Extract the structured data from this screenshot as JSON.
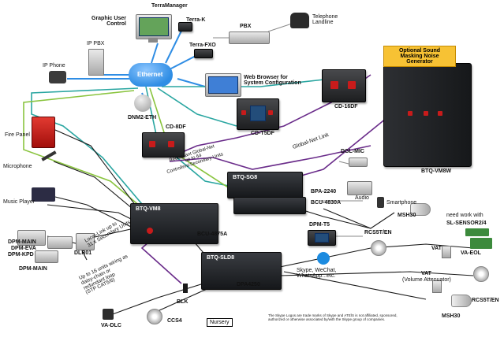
{
  "labels": {
    "terramanager": "TerraManager",
    "terra_k": "Terra-K",
    "graphic_user_control": "Graphic User\nControl",
    "pbx": "PBX",
    "telephone_landline": "Telephone\nLandline",
    "ip_pbx": "IP PBX",
    "ip_phone": "IP Phone",
    "terra_fxo": "Terra-FXO",
    "ethernet": "Ethernet",
    "web_browser": "Web Browser for\nSystem Configuration",
    "dnm2_eth": "DNM2-ETH",
    "fire_panel": "Fire Panel",
    "microphone": "Microphone",
    "music_player": "Music Player",
    "cd_8df": "CD-8DF",
    "cd_t5df": "CD-T5DF",
    "cd_16df": "CD-16DF",
    "global_net_link": "Global-Net Link",
    "redundant_global_net": "Redundant Global-Net\nup to 64\nControllers/Secondary Units",
    "optional_sound_masking": "Optional Sound\nMasking Noise Generator",
    "btq_vm8w": "BTQ-VM8W",
    "dgl_mic": "DGL-MIC",
    "btq_sg8": "BTQ-SG8",
    "bpa_2240": "BPA-2240",
    "bcu_4830a": "BCU-4830A",
    "audio": "Audio",
    "smartphone": "Smartphone",
    "btq_vm8": "BTQ-VM8",
    "bcu_4875a": "BCU-4875A",
    "local_link": "Local-Link up to\n31 x Secondary Units",
    "dpm_t5": "DPM-T5",
    "skype_text": "Skype, WeChat,\nWhatsApp...etc.",
    "rcs5t_en_top": "RCS5T/EN",
    "msh30_top": "MSH30",
    "need_work_with": "need work with",
    "sl_sensor": "SL-SENSOR2/4",
    "vat_top": "VAT",
    "va_eol": "VA-EOL",
    "dpm_main_1": "DPM-MAIN",
    "dpm_eva": "DPM-EVA",
    "dpm_kpd": "DPM-KPD",
    "dlr01": "DLR01",
    "dpm_main_2": "DPM-MAIN",
    "daisy_chain": "Up to 16 units wiring as\ndaisy-chain or\nredundant loop\n(STP CAT5/6)",
    "btq_sld8": "BTQ-SLD8",
    "dpa4250": "DPA4250",
    "vat_bottom": "VAT",
    "volume_attenuator": "(Volume Attenuator)",
    "rcs5t_en_bottom": "RCS5T/EN",
    "msh30_bottom": "MSH30",
    "blk": "BLK",
    "ccs4": "CCS4",
    "nursery": "Nursery",
    "va_dlc": "VA-DLC",
    "disclaimer": "The Skype Logos are trade marks of Skype and ATEÏS is not affiliated, sponsored,\nauthorized or otherwise associated by/with the Skype group of companies."
  },
  "colors": {
    "ethernet_blue": "#2f8de4",
    "cable_teal": "#2aa6a1",
    "cable_green": "#8ac43f",
    "cable_purple": "#6a2c8a",
    "cable_black": "#1a1a1a",
    "cable_gray": "#8a8a8a",
    "callout_yellow": "#f7c234"
  },
  "icons": {
    "phone": "ip-phone-icon",
    "server": "server-icon",
    "monitor": "monitor-icon",
    "mic": "microphone-icon",
    "speaker": "speaker-icon",
    "horn": "horn-speaker-icon",
    "skype": "skype-icon"
  }
}
